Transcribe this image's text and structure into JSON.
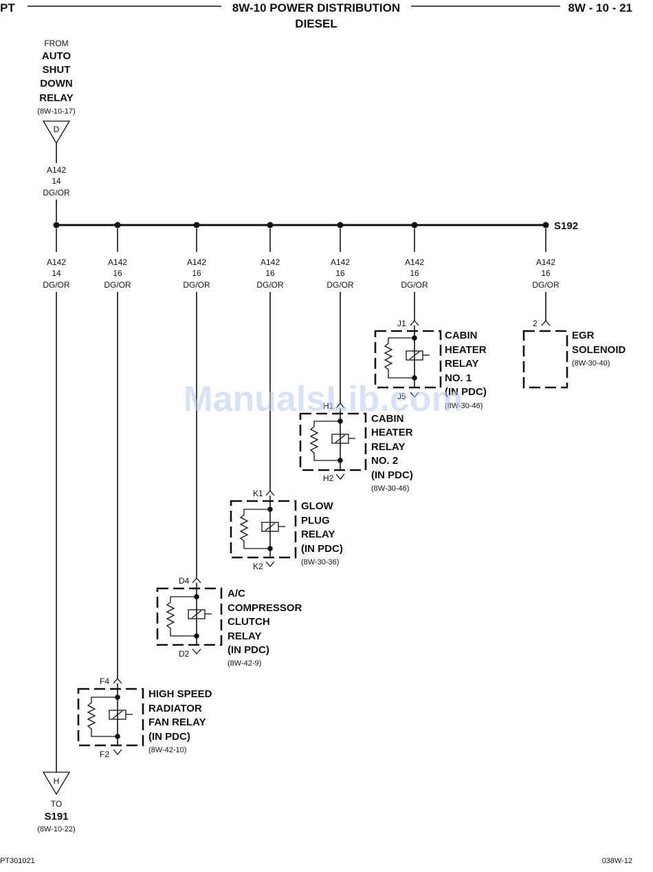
{
  "header": {
    "left": "PT",
    "title_line1": "8W-10 POWER DISTRIBUTION",
    "title_line2": "DIESEL",
    "right": "8W - 10 - 21"
  },
  "source": {
    "from_label": "FROM",
    "name_lines": [
      "AUTO",
      "SHUT",
      "DOWN",
      "RELAY"
    ],
    "ref": "(8W-10-17)",
    "connector": "D",
    "wire": {
      "circuit": "A142",
      "gauge": "14",
      "color": "DG/OR"
    }
  },
  "splice": {
    "label": "S192"
  },
  "branches": [
    {
      "circuit": "A142",
      "gauge": "14",
      "color": "DG/OR"
    },
    {
      "circuit": "A142",
      "gauge": "16",
      "color": "DG/OR"
    },
    {
      "circuit": "A142",
      "gauge": "16",
      "color": "DG/OR"
    },
    {
      "circuit": "A142",
      "gauge": "16",
      "color": "DG/OR"
    },
    {
      "circuit": "A142",
      "gauge": "16",
      "color": "DG/OR"
    },
    {
      "circuit": "A142",
      "gauge": "16",
      "color": "DG/OR"
    },
    {
      "circuit": "A142",
      "gauge": "16",
      "color": "DG/OR"
    }
  ],
  "relays": [
    {
      "pin_in": "J1",
      "pin_out": "J5",
      "name_lines": [
        "CABIN",
        "HEATER",
        "RELAY",
        "NO. 1",
        "(IN PDC)"
      ],
      "ref": "(8W-30-46)"
    },
    {
      "pin_in": "H1",
      "pin_out": "H2",
      "name_lines": [
        "CABIN",
        "HEATER",
        "RELAY",
        "NO. 2",
        "(IN PDC)"
      ],
      "ref": "(8W-30-46)"
    },
    {
      "pin_in": "K1",
      "pin_out": "K2",
      "name_lines": [
        "GLOW",
        "PLUG",
        "RELAY",
        "(IN PDC)"
      ],
      "ref": "(8W-30-36)"
    },
    {
      "pin_in": "D4",
      "pin_out": "D2",
      "name_lines": [
        "A/C",
        "COMPRESSOR",
        "CLUTCH",
        "RELAY",
        "(IN PDC)"
      ],
      "ref": "(8W-42-9)"
    },
    {
      "pin_in": "F4",
      "pin_out": "F2",
      "name_lines": [
        "HIGH SPEED",
        "RADIATOR",
        "FAN RELAY",
        "(IN PDC)"
      ],
      "ref": "(8W-42-10)"
    }
  ],
  "egr": {
    "pin": "2",
    "name_lines": [
      "EGR",
      "SOLENOID"
    ],
    "ref": "(8W-30-40)"
  },
  "destination": {
    "connector": "H",
    "to_label": "TO",
    "name": "S191",
    "ref": "(8W-10-22)"
  },
  "footer": {
    "left": "PT301021",
    "right": "038W-12"
  },
  "watermark": "ManualsLib.com"
}
